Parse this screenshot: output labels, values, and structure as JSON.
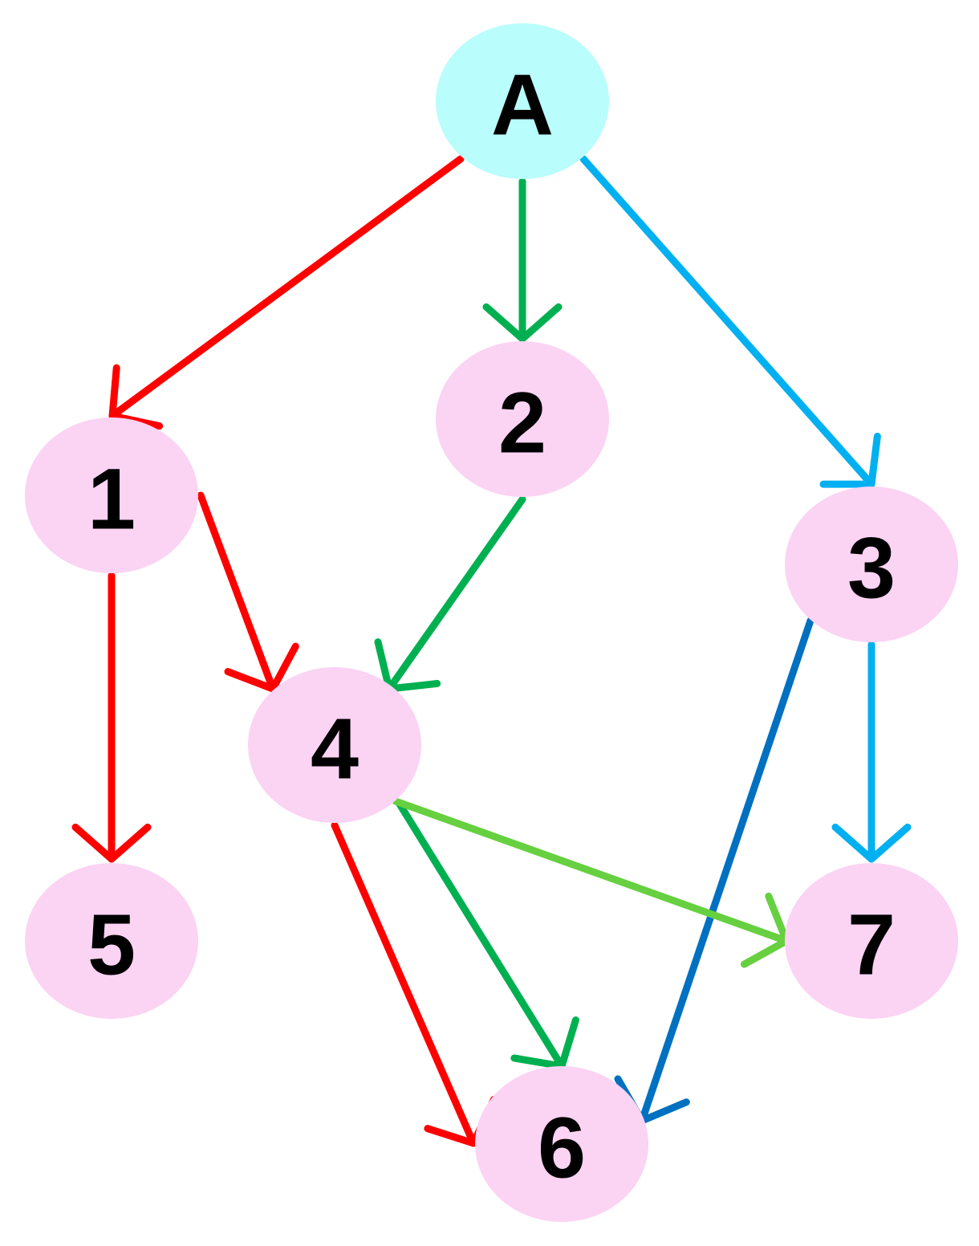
{
  "diagram": {
    "type": "directed-graph",
    "colors": {
      "root_fill": "#b9fdfc",
      "node_fill": "#fbd3f3",
      "label": "#000000"
    },
    "nodes": [
      {
        "id": "A",
        "label": "A",
        "kind": "root"
      },
      {
        "id": "1",
        "label": "1",
        "kind": "node"
      },
      {
        "id": "2",
        "label": "2",
        "kind": "node"
      },
      {
        "id": "3",
        "label": "3",
        "kind": "node"
      },
      {
        "id": "4",
        "label": "4",
        "kind": "node"
      },
      {
        "id": "5",
        "label": "5",
        "kind": "node"
      },
      {
        "id": "6",
        "label": "6",
        "kind": "node"
      },
      {
        "id": "7",
        "label": "7",
        "kind": "node"
      }
    ],
    "edges": [
      {
        "from": "A",
        "to": "1",
        "color": "#ff0000"
      },
      {
        "from": "A",
        "to": "2",
        "color": "#00b050"
      },
      {
        "from": "A",
        "to": "3",
        "color": "#00b0f0"
      },
      {
        "from": "1",
        "to": "4",
        "color": "#ff0000"
      },
      {
        "from": "1",
        "to": "5",
        "color": "#ff0000"
      },
      {
        "from": "2",
        "to": "4",
        "color": "#00b050"
      },
      {
        "from": "3",
        "to": "6",
        "color": "#0070c0"
      },
      {
        "from": "3",
        "to": "7",
        "color": "#00b0f0"
      },
      {
        "from": "4",
        "to": "6",
        "color": "#ff0000"
      },
      {
        "from": "4",
        "to": "6",
        "color": "#00b050"
      },
      {
        "from": "4",
        "to": "7",
        "color": "#66d040"
      }
    ]
  }
}
